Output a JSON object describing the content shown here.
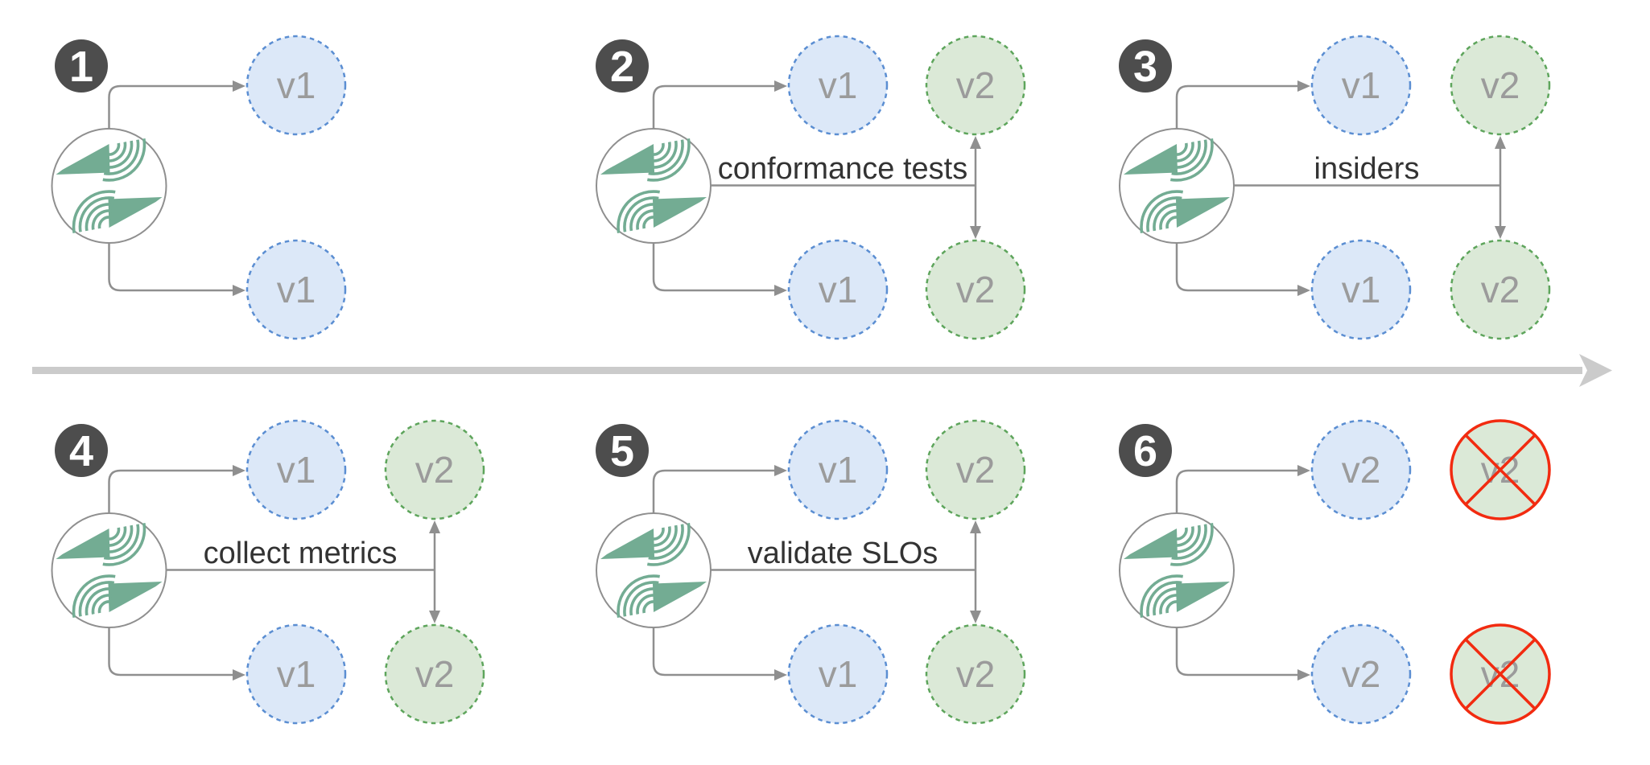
{
  "colors": {
    "node_blue_fill": "#dce8f8",
    "node_blue_stroke": "#5b8ed2",
    "node_green_fill": "#dbe9d7",
    "node_green_stroke": "#5ea55c",
    "node_label_gray": "#9b9b9b",
    "badge_background": "#4d4d4d",
    "badge_text": "#ffffff",
    "connector_gray": "#8f8f8f",
    "action_label_text": "#333333",
    "timeline_gray": "#cbcbcb",
    "logo_green": "#73ac93",
    "error_red": "#f22b10"
  },
  "icons": {
    "source": "control-plane-logo",
    "timeline": "timeline-arrow",
    "crossed_node": "red-cross"
  },
  "panels": [
    {
      "number": "1",
      "action": "",
      "top_left": "v1",
      "top_right": "",
      "bottom_left": "v1",
      "bottom_right": ""
    },
    {
      "number": "2",
      "action": "conformance tests",
      "top_left": "v1",
      "top_right": "v2",
      "bottom_left": "v1",
      "bottom_right": "v2"
    },
    {
      "number": "3",
      "action": "insiders",
      "top_left": "v1",
      "top_right": "v2",
      "bottom_left": "v1",
      "bottom_right": "v2"
    },
    {
      "number": "4",
      "action": "collect metrics",
      "top_left": "v1",
      "top_right": "v2",
      "bottom_left": "v1",
      "bottom_right": "v2"
    },
    {
      "number": "5",
      "action": "validate SLOs",
      "top_left": "v1",
      "top_right": "v2",
      "bottom_left": "v1",
      "bottom_right": "v2"
    },
    {
      "number": "6",
      "action": "",
      "top_left": "v2",
      "top_right": "v2",
      "bottom_left": "v2",
      "bottom_right": "v2",
      "right_crossed": true
    }
  ]
}
